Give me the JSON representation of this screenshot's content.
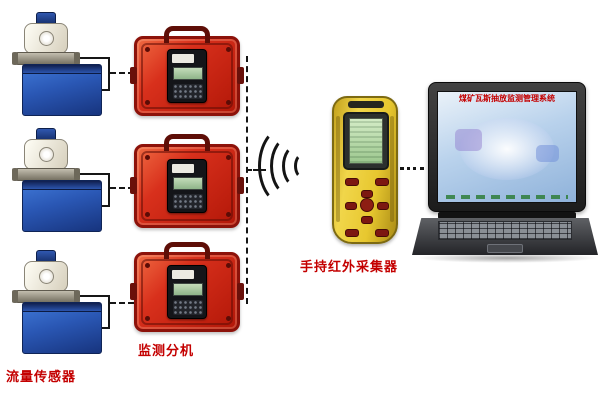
{
  "labels": {
    "flow_sensor": "流量传感器",
    "monitor_unit": "监测分机",
    "handheld_collector": "手持红外采集器"
  },
  "laptop": {
    "screen_title": "煤矿瓦斯抽放监测管理系统"
  },
  "colors": {
    "label_red": "#c40000",
    "case_red": "#c01d10",
    "tank_blue": "#2a57b4",
    "handheld_yellow": "#e7c72f",
    "lcd_green": "#9cc78e",
    "line_black": "#161616"
  }
}
